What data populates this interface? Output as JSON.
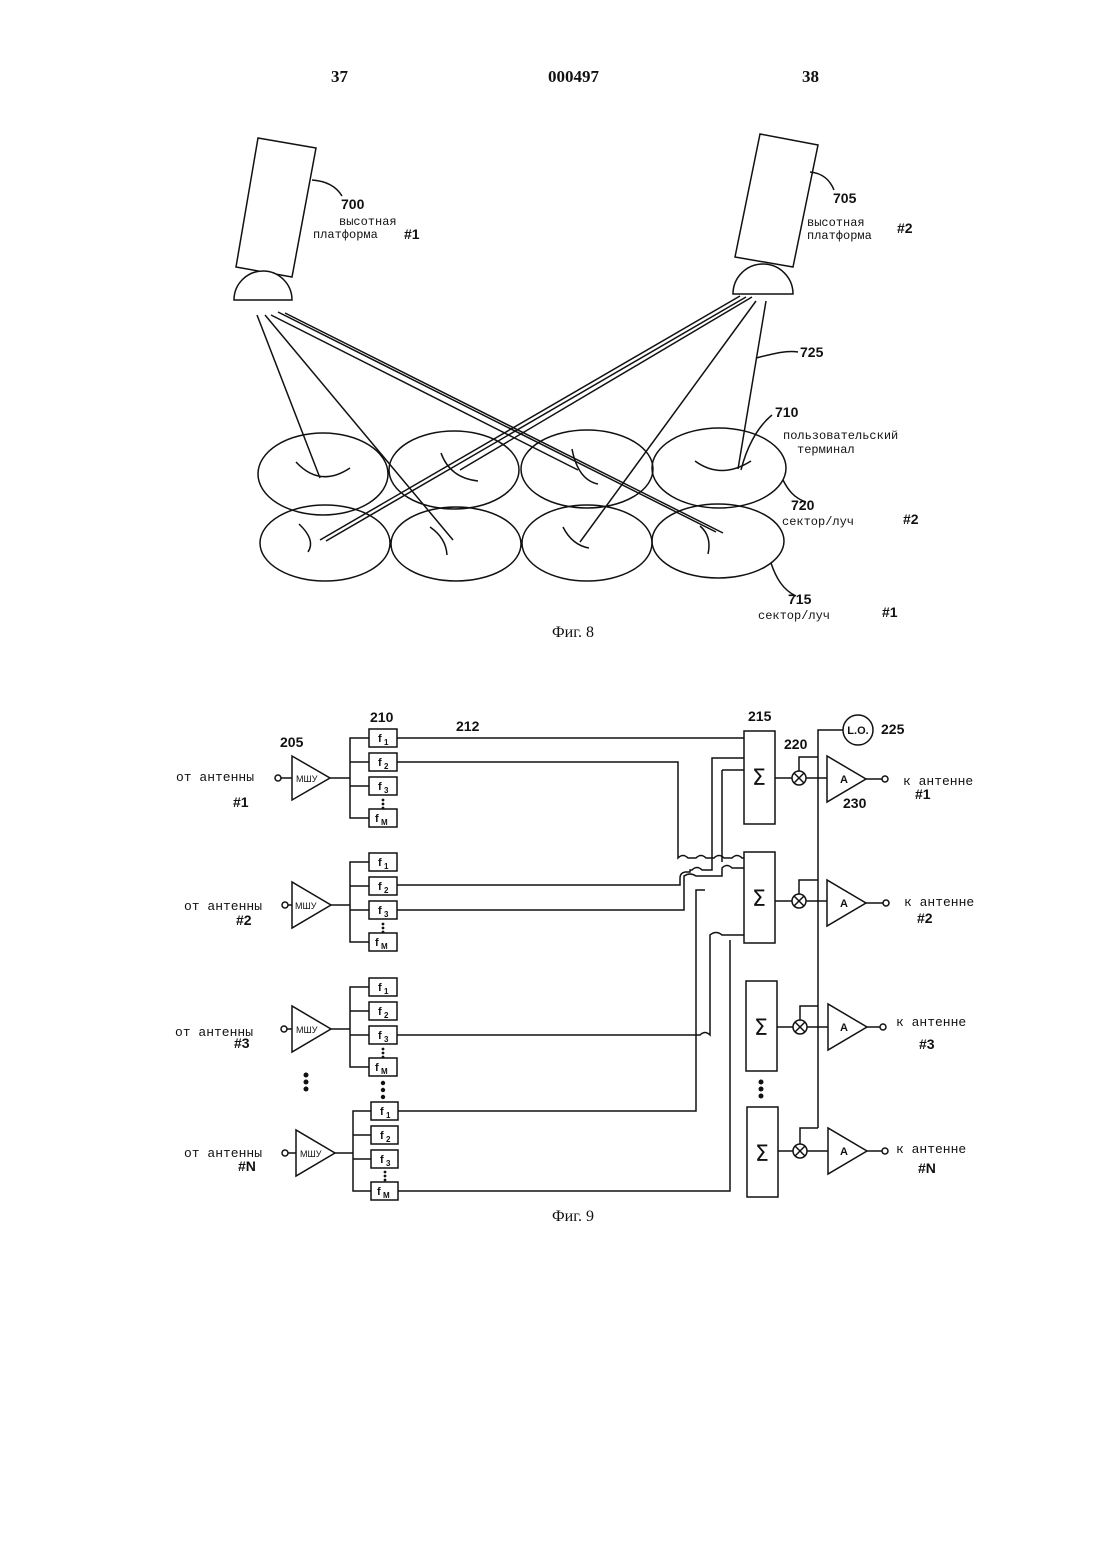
{
  "header": {
    "page_left": "37",
    "doc_number": "000497",
    "page_right": "38"
  },
  "fig8": {
    "caption": "Фиг. 8",
    "platform1": {
      "ref": "700",
      "label_line1": "высотная",
      "label_line2": "платформа",
      "tag": "#1"
    },
    "platform2": {
      "ref": "705",
      "label_line1": "высотная",
      "label_line2": "платформа",
      "tag": "#2"
    },
    "link_ref": "725",
    "terminal": {
      "ref": "710",
      "label_line1": "пользовательский",
      "label_line2": "терминал"
    },
    "sector2": {
      "ref": "720",
      "label": "сектор/луч",
      "tag": "#2"
    },
    "sector1": {
      "ref": "715",
      "label": "сектор/луч",
      "tag": "#1"
    }
  },
  "fig9": {
    "caption": "Фиг. 9",
    "refs": {
      "lna": "205",
      "filters": "210",
      "line": "212",
      "summer": "215",
      "mixer": "220",
      "lo": "225",
      "amp": "230"
    },
    "lo_label": "L.O.",
    "lna_label": "МШУ",
    "amp_label": "A",
    "sum_symbol": "Σ",
    "filter_main": "f",
    "filter_subs": [
      "1",
      "2",
      "3",
      "M"
    ],
    "inputs": [
      {
        "label": "от антенны",
        "tag": "#1"
      },
      {
        "label": "от антенны",
        "tag": "#2"
      },
      {
        "label": "от антенны",
        "tag": "#3"
      },
      {
        "label": "от антенны",
        "tag": "#N"
      }
    ],
    "outputs": [
      {
        "label": "к антенне",
        "tag": "#1"
      },
      {
        "label": "к антенне",
        "tag": "#2"
      },
      {
        "label": "к антенне",
        "tag": "#3"
      },
      {
        "label": "к антенне",
        "tag": "#N"
      }
    ]
  }
}
